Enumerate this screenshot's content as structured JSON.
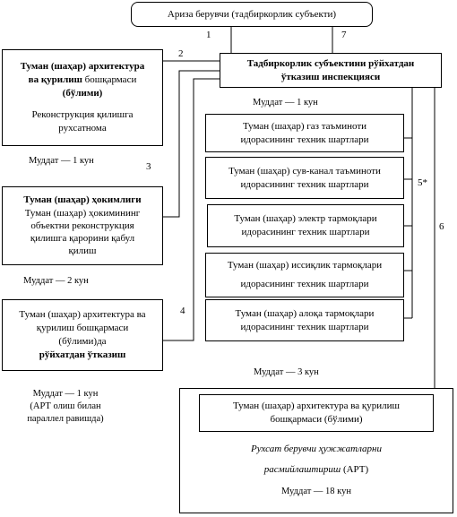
{
  "applicant": {
    "text": "Ариза берувчи (тадбиркорлик субъекти)"
  },
  "arch_box": {
    "title_bold_1": "Туман (шаҳар) архитектура",
    "title_bold_2": "ва қурилиш",
    "title_rest_2": " бошқармаси",
    "title_3": "(бўлими)",
    "desc_1": "Реконструкция қилишга",
    "desc_2": "рухсатнома"
  },
  "inspection": {
    "line1": "Тадбиркорлик субъектини рўйхатдан",
    "line2": "ўтказиш инспекцияси"
  },
  "hokimlik_box": {
    "title": "Туман (шаҳар) ҳокимлиги",
    "l1": "Туман (шаҳар) ҳокимининг",
    "l2": "объектни реконструкция",
    "l3": "қилишга қарорини қабул",
    "l4": "қилиш"
  },
  "registration_box": {
    "l1": "Туман (шаҳар) архитектура ва",
    "l2": "қурилиш бошқармаси",
    "l3": "(бўлими)да",
    "l4": "рўйхатдан ўтказиш"
  },
  "tech_boxes": [
    {
      "l1": "Туман (шаҳар) газ таъминоти",
      "l2": "идорасининг техник шартлари"
    },
    {
      "l1": "Туман (шаҳар) сув-канал таъминоти",
      "l2": "идорасининг техник шартлари"
    },
    {
      "l1": "Туман (шаҳар) электр тармоқлари",
      "l2": "идорасининг техник шартлари"
    },
    {
      "l1": "Туман (шаҳар) иссиқлик тармоқлари",
      "l2": "идорасининг техник шартлари"
    },
    {
      "l1": "Туман (шаҳар) алоқа тармоқлари",
      "l2": "идорасининг техник шартлари"
    }
  ],
  "final_box": {
    "inner_l1": "Туман (шаҳар) архитектура ва қурилиш",
    "inner_l2": "бошқармаси (бўлими)",
    "desc_l1": "Рухсат берувчи ҳужжатларни",
    "desc_l2_italic": "расмийлаштириш",
    "desc_l2_rest": " (АРТ)",
    "term": "Муддат — 18 кун"
  },
  "terms": {
    "inspection": "Муддат — 1 кун",
    "arch": "Муддат — 1 кун",
    "hokimlik": "Муддат — 2 кун",
    "registration_l1": "Муддат — 1 кун",
    "registration_l2": "(АРТ олиш билан",
    "registration_l3": "параллел равишда)",
    "tech": "Муддат — 3 кун"
  },
  "step_numbers": {
    "n1": "1",
    "n2": "2",
    "n3": "3",
    "n4": "4",
    "n5": "5*",
    "n6": "6",
    "n7": "7"
  }
}
